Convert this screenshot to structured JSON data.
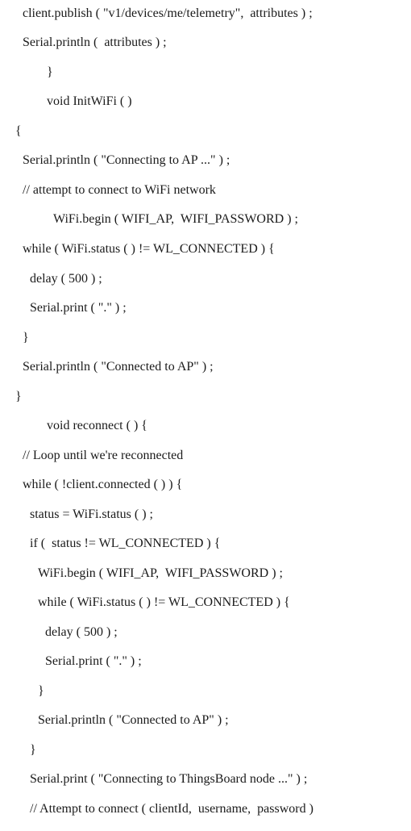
{
  "lines": [
    "client.publish ( \"v1/devices/me/telemetry\",  attributes ) ;",
    "Serial.println (  attributes ) ;",
    "}",
    "void InitWiFi ( )",
    "{",
    "Serial.println ( \"Connecting to AP ...\" ) ;",
    "// attempt to connect to WiFi network",
    "WiFi.begin ( WIFI_AP,  WIFI_PASSWORD ) ;",
    "while ( WiFi.status ( ) != WL_CONNECTED ) {",
    "delay ( 500 ) ;",
    "Serial.print ( \".\" ) ;",
    "}",
    "Serial.println ( \"Connected to AP\" ) ;",
    "}",
    "void reconnect ( ) {",
    "// Loop until we're reconnected",
    "while ( !client.connected ( ) ) {",
    "status = WiFi.status ( ) ;",
    "if (  status != WL_CONNECTED ) {",
    "WiFi.begin ( WIFI_AP,  WIFI_PASSWORD ) ;",
    "while ( WiFi.status ( ) != WL_CONNECTED ) {",
    "delay ( 500 ) ;",
    "Serial.print ( \".\" ) ;",
    "}",
    "Serial.println ( \"Connected to AP\" ) ;",
    "}",
    "Serial.print ( \"Connecting to ThingsBoard node ...\" ) ;",
    "// Attempt to connect ( clientId,  username,  password )"
  ]
}
